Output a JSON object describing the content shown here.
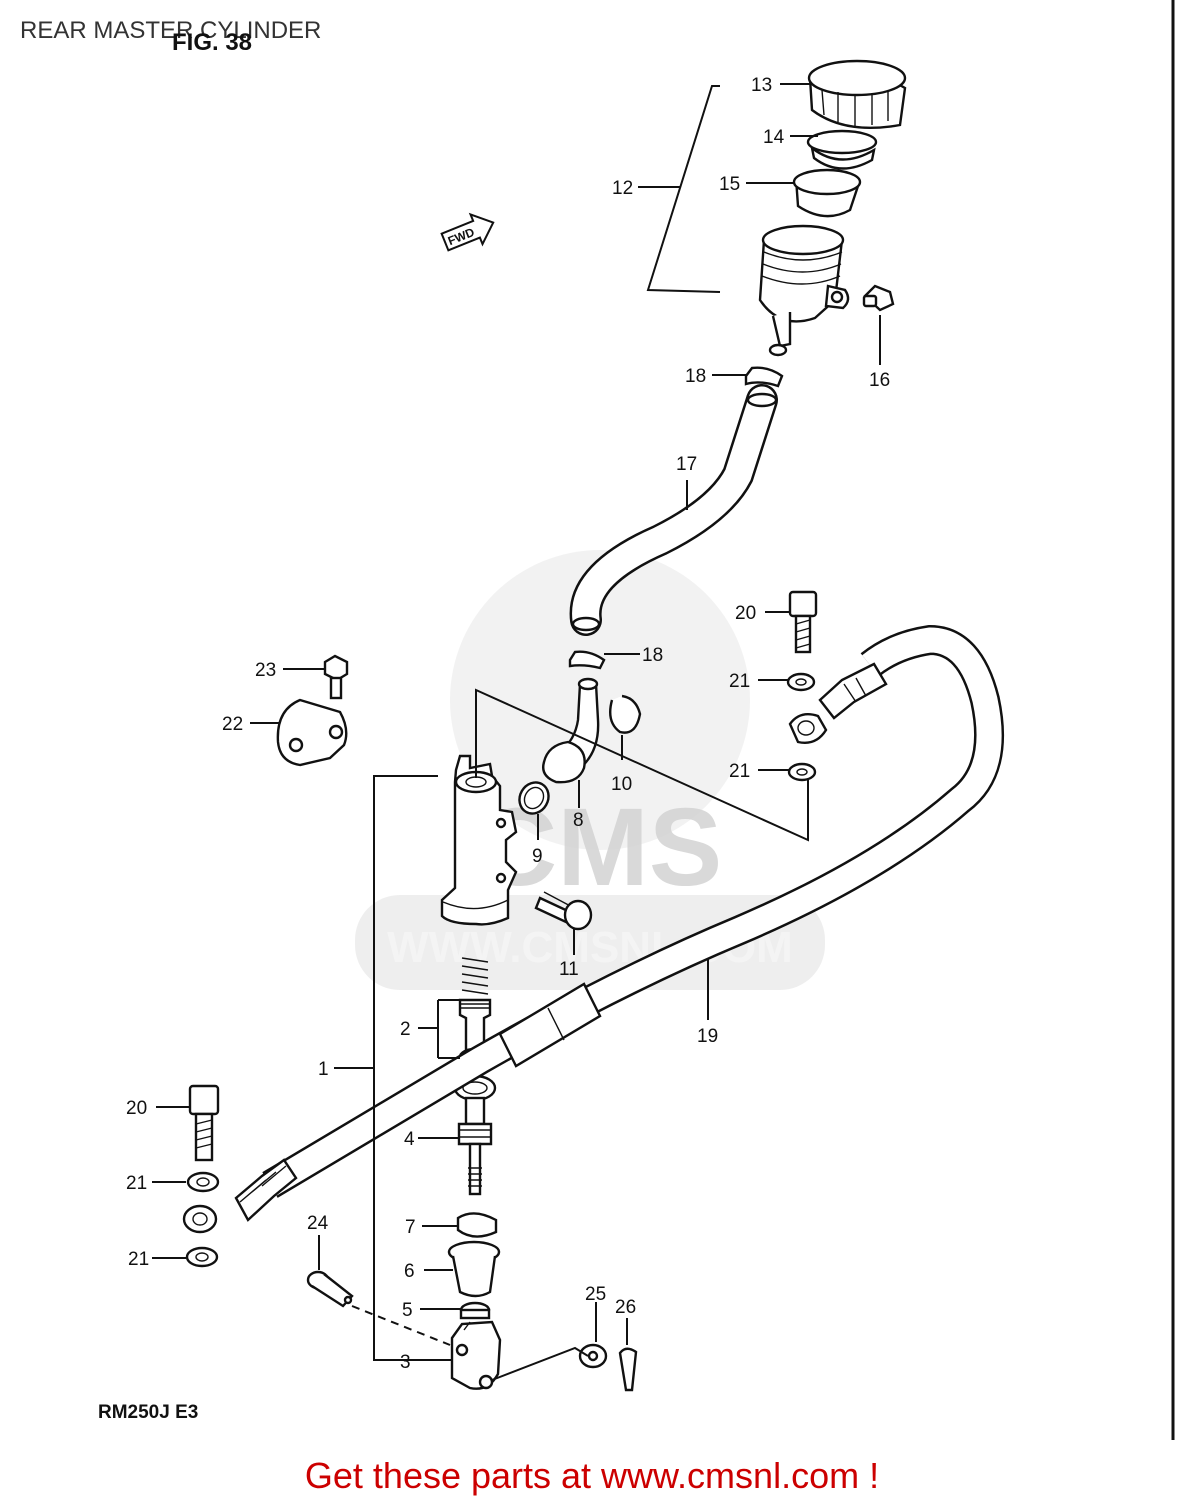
{
  "header": {
    "title": "REAR MASTER CYLINDER",
    "figure": "FIG. 38"
  },
  "fwd_marker": "FWD",
  "model_code": "RM250J  E3",
  "watermark": {
    "brand": "CMS",
    "url": "WWW.CMSNL.COM"
  },
  "footer": {
    "text": "Get these parts at www.cmsnl.com !",
    "color": "#cc0000"
  },
  "callouts": {
    "n1": "1",
    "n2": "2",
    "n3": "3",
    "n4": "4",
    "n5": "5",
    "n6": "6",
    "n7": "7",
    "n8": "8",
    "n9": "9",
    "n10": "10",
    "n11": "11",
    "n12": "12",
    "n13": "13",
    "n14": "14",
    "n15": "15",
    "n16": "16",
    "n17": "17",
    "n18": "18",
    "n19": "19",
    "n20": "20",
    "n21": "21",
    "n22": "22",
    "n23": "23",
    "n24": "24",
    "n25": "25",
    "n26": "26"
  }
}
